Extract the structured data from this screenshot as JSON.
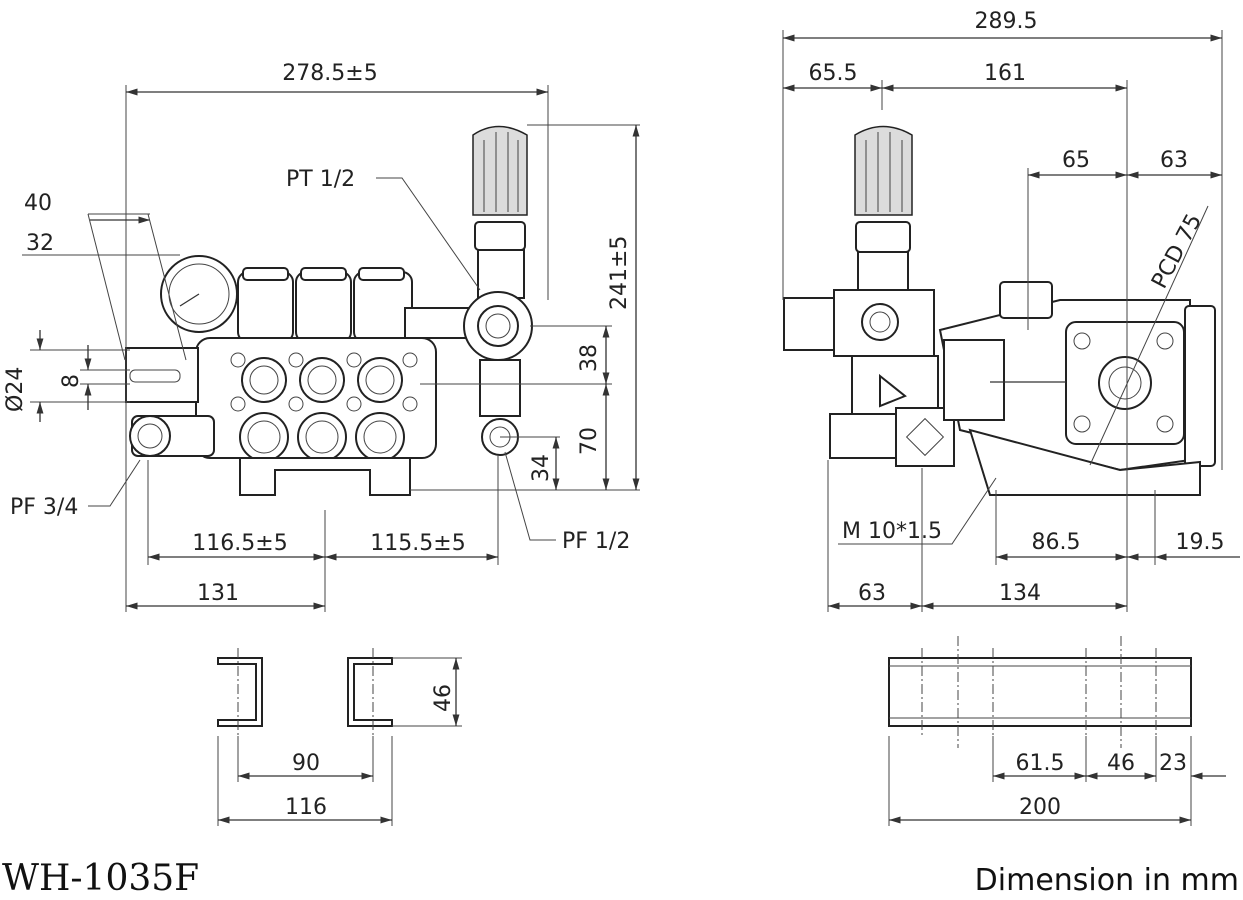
{
  "model": "WH-1035F",
  "unit_note": "Dimension in mm",
  "front_view": {
    "dimensions": {
      "overall_width": "278.5±5",
      "shaft_40": "40",
      "shaft_32": "32",
      "shaft_dia": "Ø24",
      "key_8": "8",
      "height": "241±5",
      "d38": "38",
      "d70": "70",
      "d34": "34",
      "left_half": "116.5±5",
      "right_half": "115.5±5",
      "d131": "131"
    },
    "callouts": {
      "pt": "PT 1/2",
      "pf_in": "PF 3/4",
      "pf_out": "PF 1/2"
    }
  },
  "side_view": {
    "dimensions": {
      "overall": "289.5",
      "d65_5": "65.5",
      "d161": "161",
      "d65": "65",
      "d63_top": "63",
      "pcd": "PCD 75",
      "d86_5": "86.5",
      "d19_5": "19.5",
      "d63_bottom": "63",
      "d134": "134"
    },
    "callouts": {
      "mount_bolt": "M 10*1.5"
    }
  },
  "base_front": {
    "dimensions": {
      "height": "46",
      "d90": "90",
      "d116": "116"
    }
  },
  "base_side": {
    "dimensions": {
      "d61_5": "61.5",
      "d46": "46",
      "d23": "23",
      "d200": "200"
    }
  }
}
